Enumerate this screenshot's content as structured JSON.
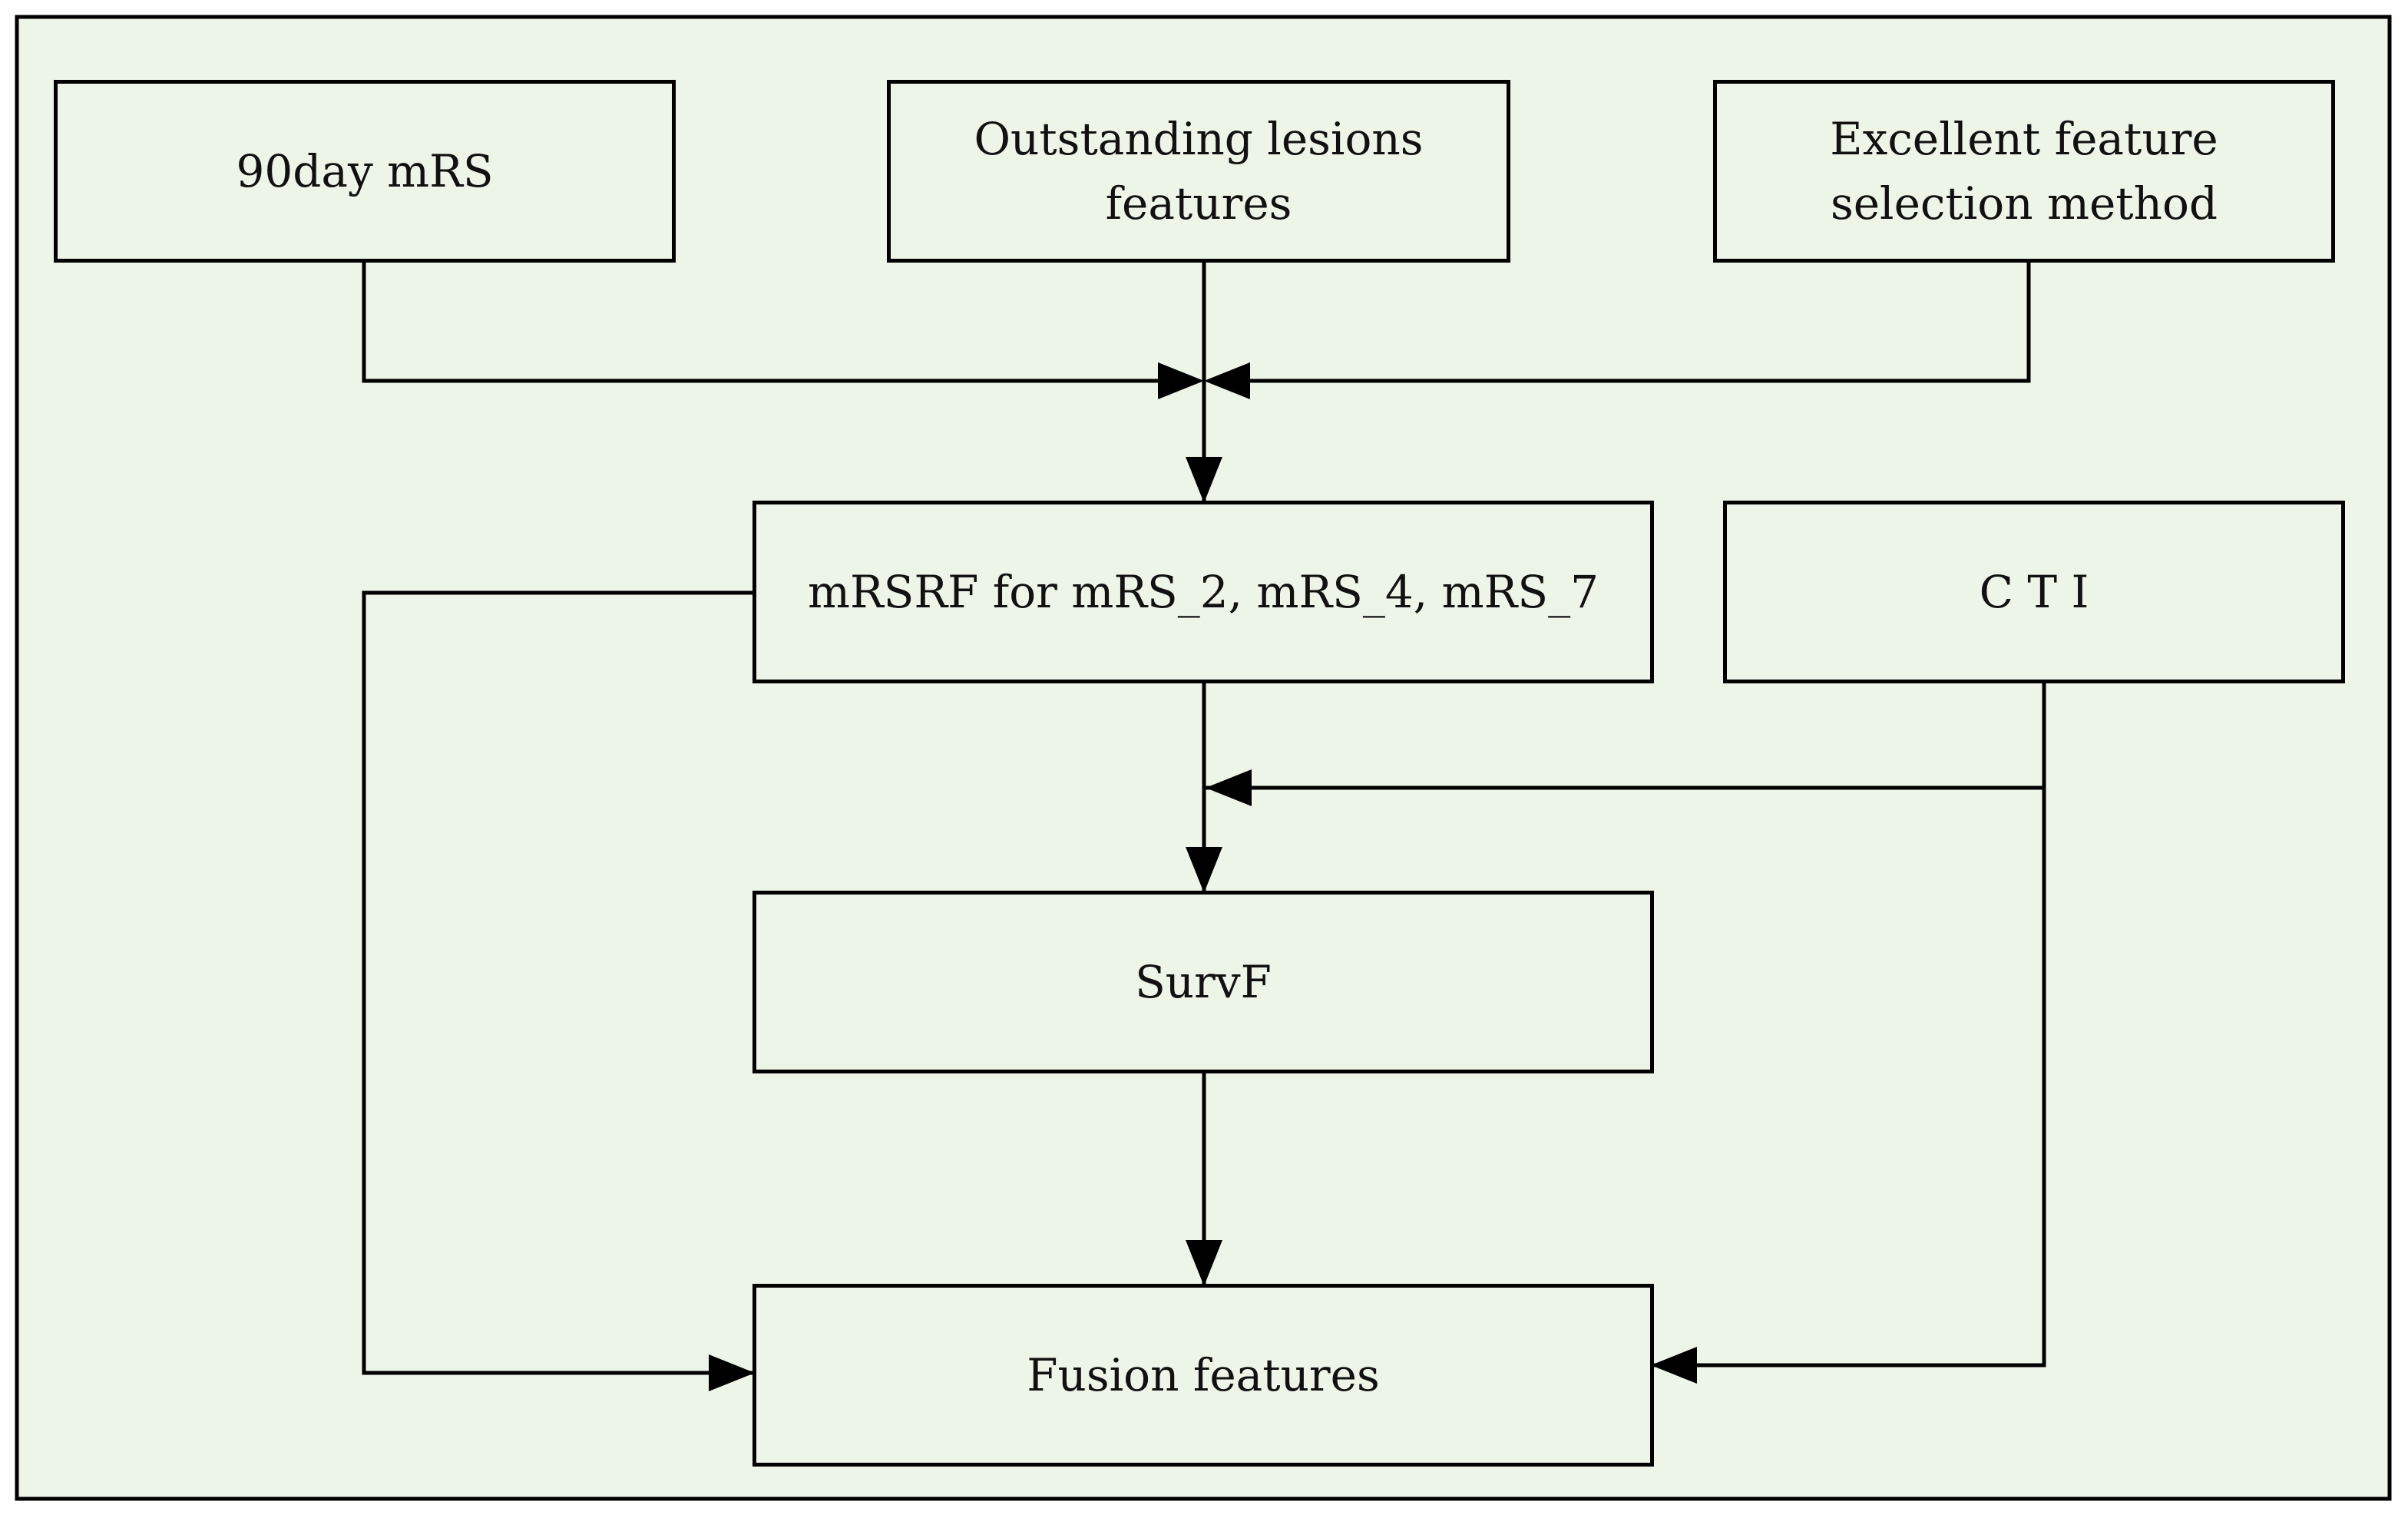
{
  "diagram": {
    "nodes": {
      "mrs90": {
        "label": "90day mRS"
      },
      "lesions": {
        "label": "Outstanding lesions\nfeatures"
      },
      "selection": {
        "label": "Excellent feature\nselection method"
      },
      "mrsrf": {
        "label": "mRSRF for mRS_2, mRS_4, mRS_7"
      },
      "cti": {
        "label": "C T I"
      },
      "survf": {
        "label": "SurvF"
      },
      "fusion": {
        "label": "Fusion features"
      }
    },
    "edges": [
      {
        "from": "mrs90",
        "to": "mrsrf"
      },
      {
        "from": "lesions",
        "to": "mrsrf"
      },
      {
        "from": "selection",
        "to": "mrsrf"
      },
      {
        "from": "mrsrf",
        "to": "survf"
      },
      {
        "from": "cti",
        "to": "survf"
      },
      {
        "from": "survf",
        "to": "fusion"
      },
      {
        "from": "mrsrf",
        "to": "fusion"
      },
      {
        "from": "cti",
        "to": "fusion"
      }
    ],
    "colors": {
      "background": "#edf4e8",
      "stroke": "#000000",
      "text": "#111111"
    }
  }
}
